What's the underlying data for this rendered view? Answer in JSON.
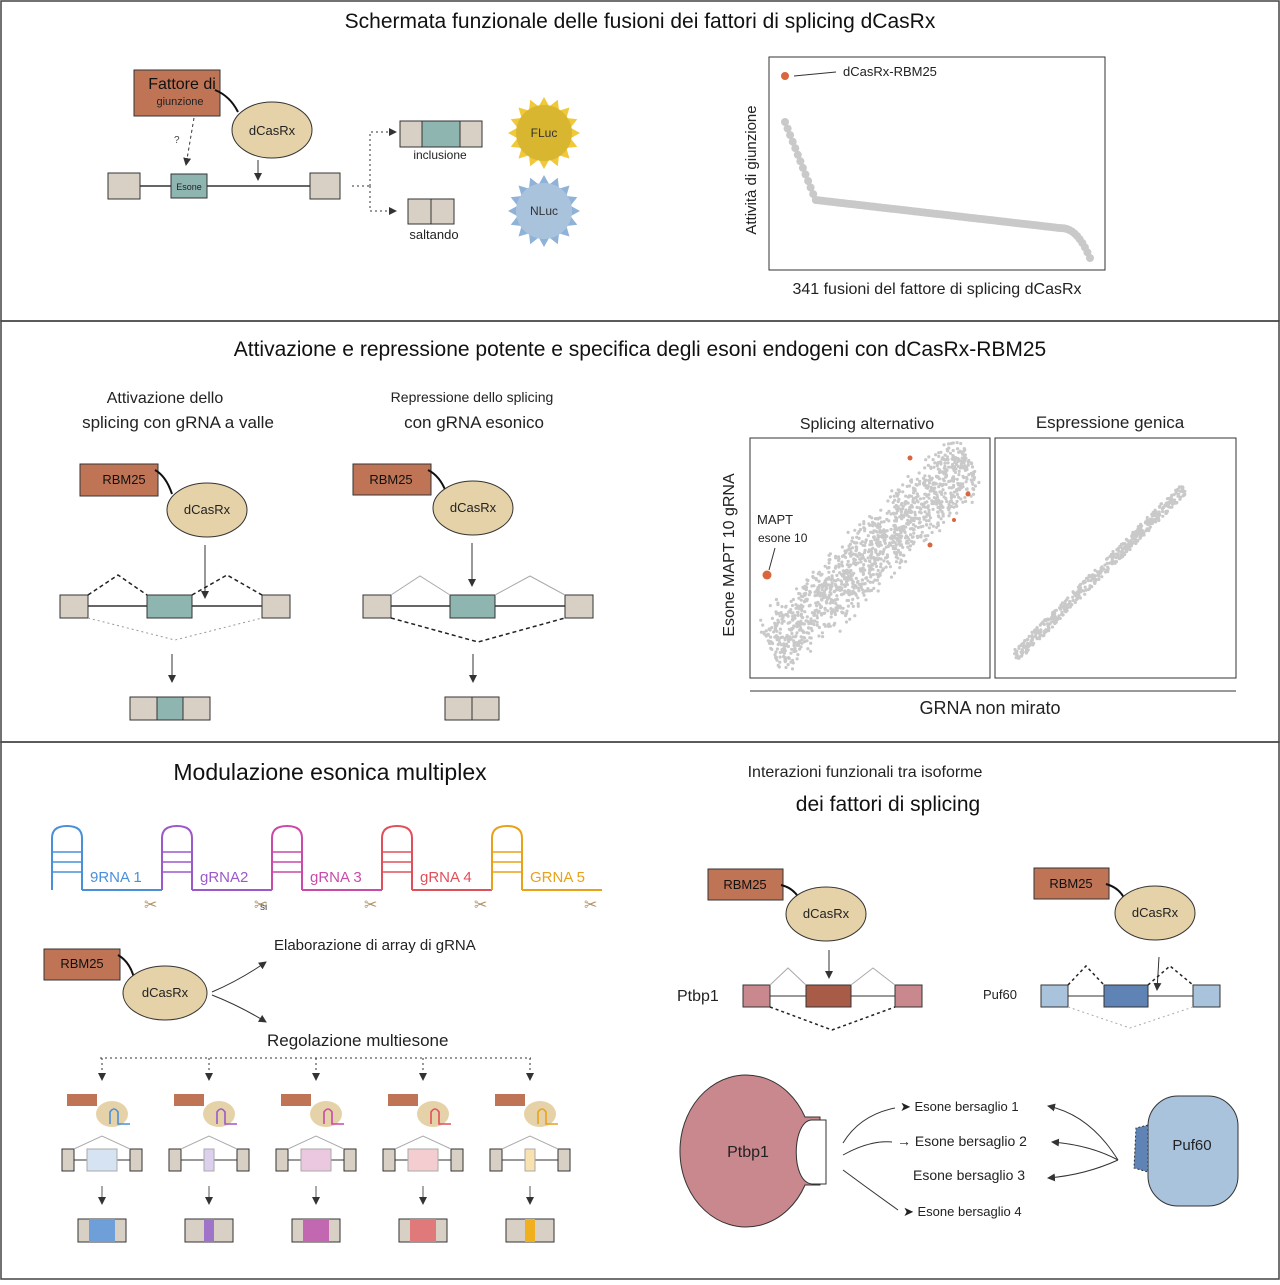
{
  "colors": {
    "rbm": "#c07456",
    "dcas": "#e6d2a8",
    "exon_teal": "#8fb5b1",
    "flank": "#d8d0c4",
    "fluc": "#d8b630",
    "nluc": "#a9c3dc",
    "highlight": "#d9663c",
    "scatter": "#c9c9c9",
    "ptbp": "#c9888d",
    "puf": "#a9c3dc"
  },
  "panel1": {
    "title": "Schermata funzionale delle fusioni dei fattori di splicing dCasRx",
    "factor_line1": "Fattore di",
    "factor_line2": "giunzione",
    "question": "?",
    "dcasrx": "dCasRx",
    "exon": "Esone",
    "inclusion": "inclusione",
    "skipping": "saltando",
    "fluc": "FLuc",
    "nluc": "NLuc",
    "ylabel": "Attività di giunzione",
    "xlabel": "341 fusioni del fattore di splicing dCasRx",
    "callout": "dCasRx-RBM25"
  },
  "panel2": {
    "title": "Attivazione e repressione potente e specifica degli esoni endogeni con dCasRx-RBM25",
    "act_line1": "Attivazione dello",
    "act_line2": "splicing con gRNA a valle",
    "rep_line1": "Repressione dello splicing",
    "rep_line2": "con gRNA esonico",
    "rbm25": "RBM25",
    "dcasrx": "dCasRx",
    "scatter1_title": "Splicing alternativo",
    "scatter2_title": "Espressione genica",
    "ylabel": "Esone MAPT 10 gRNA",
    "xlabel": "GRNA non mirato",
    "mapt_line1": "MAPT",
    "mapt_line2": "esone 10"
  },
  "panel3": {
    "title": "Modulazione esonica multiplex",
    "grnas": [
      "9RNA 1",
      "gRNA2",
      "gRNA 3",
      "gRNA 4",
      "GRNA 5"
    ],
    "grna_colors": [
      "#4a90d9",
      "#9b59c9",
      "#c94aa8",
      "#e0505a",
      "#e8a21a"
    ],
    "fill_colors": [
      "#6f9fd8",
      "#9f74c8",
      "#c268b0",
      "#e07a7a",
      "#f0b01e"
    ],
    "light_colors": [
      "#d6e3f3",
      "#ddd0ee",
      "#ecc8e0",
      "#f4cdd0",
      "#f8e3b0"
    ],
    "si_label": "si",
    "rbm25": "RBM25",
    "dcasrx": "dCasRx",
    "array_label": "Elaborazione di array di gRNA",
    "multi_label": "Regolazione multiesone"
  },
  "panel4": {
    "title_line1": "Interazioni funzionali tra isoforme",
    "title_line2": "dei fattori di splicing",
    "rbm25": "RBM25",
    "dcasrx": "dCasRx",
    "ptbp1": "Ptbp1",
    "puf60": "Puf60",
    "targets": [
      "➤ Esone bersaglio 1",
      "→ Esone bersaglio 2",
      "Esone bersaglio 3",
      "➤ Esone bersaglio 4"
    ]
  }
}
